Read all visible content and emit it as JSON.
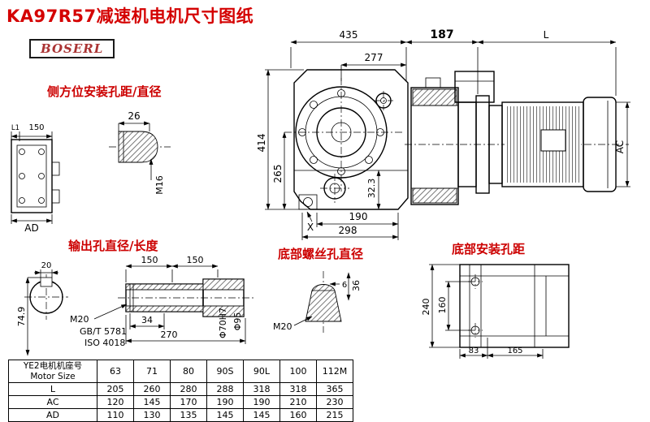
{
  "title": "KA97R57减速机电机尺寸图纸",
  "logo": "BOSERL",
  "labels": {
    "side_mount": "侧方位安装孔距/直径",
    "output": "输出孔直径/长度",
    "bottom_screw": "底部螺丝孔直径",
    "bottom_mount": "底部安装孔距"
  },
  "dims": {
    "overall_435": "435",
    "overall_187": "187",
    "motor_L": "L",
    "d277": "277",
    "d414": "414",
    "d265": "265",
    "d32_3": "32.3",
    "d190": "190",
    "d298": "298",
    "corner_X": "X",
    "motor_AC": "AC",
    "shaft_26": "26",
    "thread_M16": "M16",
    "flange_L1": "L1",
    "flange_150": "150",
    "flange_AD": "AD",
    "key_20": "20",
    "len_150a": "150",
    "len_150b": "150",
    "key_74_9": "74.9",
    "thread_M20_out": "M20",
    "std_gbt": "GB/T 5781",
    "std_iso": "ISO 4018",
    "thread_34": "34",
    "len_270": "270",
    "bore_70": "Φ70H7",
    "od_95": "Φ95",
    "screw_36": "36",
    "screw_6": "6",
    "thread_M20_screw": "M20",
    "base_240": "240",
    "base_160": "160",
    "base_83": "83",
    "base_165": "165"
  },
  "table": {
    "header": {
      "cn": "YE2电机机座号",
      "en": "Motor Size"
    },
    "sizes": [
      "63",
      "71",
      "80",
      "90S",
      "90L",
      "100",
      "112M"
    ],
    "rows": [
      {
        "label": "L",
        "values": [
          "205",
          "260",
          "280",
          "288",
          "318",
          "318",
          "365"
        ]
      },
      {
        "label": "AC",
        "values": [
          "120",
          "145",
          "170",
          "190",
          "190",
          "210",
          "230"
        ]
      },
      {
        "label": "AD",
        "values": [
          "110",
          "130",
          "135",
          "145",
          "145",
          "160",
          "215"
        ]
      }
    ]
  }
}
